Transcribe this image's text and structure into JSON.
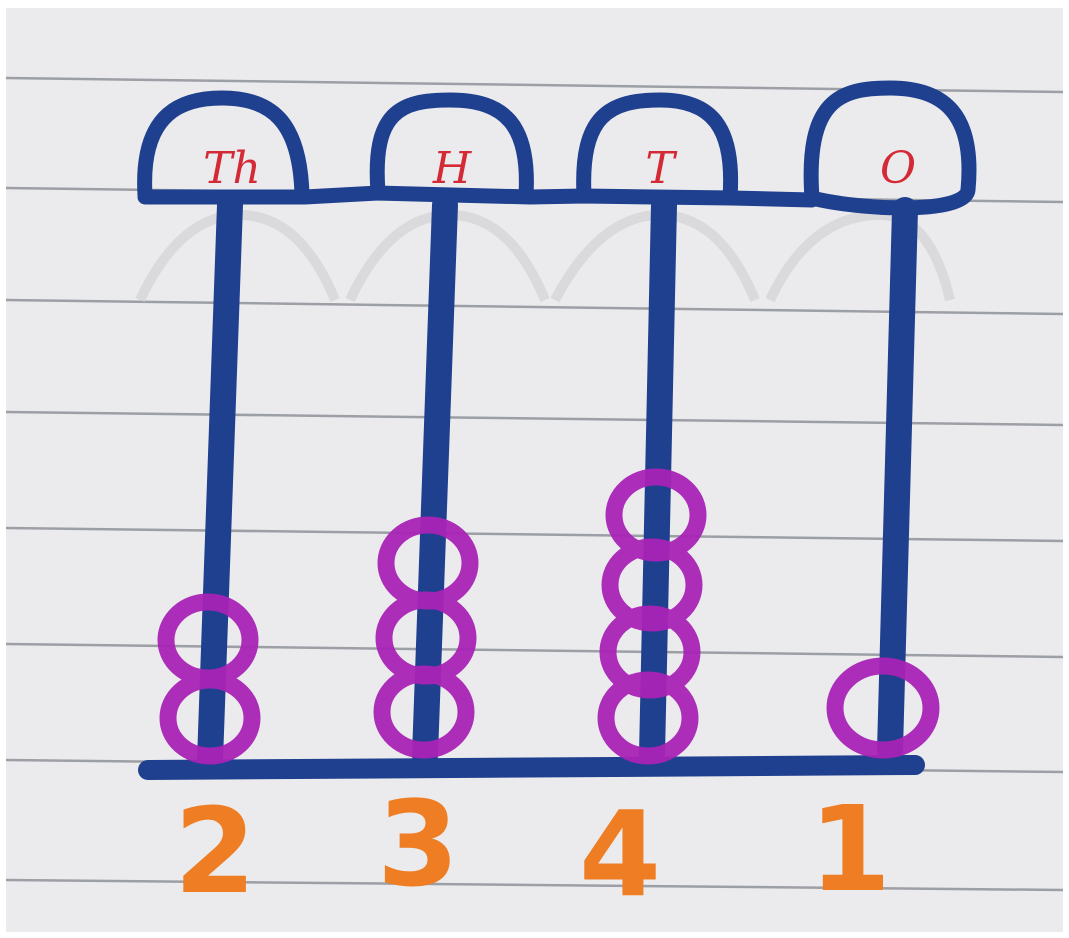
{
  "abacus": {
    "place_labels": [
      "Th",
      "H",
      "T",
      "O"
    ],
    "bead_counts": [
      2,
      3,
      4,
      1
    ],
    "digits": [
      "2",
      "3",
      "4",
      "1"
    ]
  },
  "colors": {
    "paper": "#ebebed",
    "ruled_line": "#8f9299",
    "frame_ink": "#1f3f8f",
    "label_ink": "#d42a35",
    "bead_ink": "#a823b6",
    "digit_ink": "#ee7d24"
  }
}
